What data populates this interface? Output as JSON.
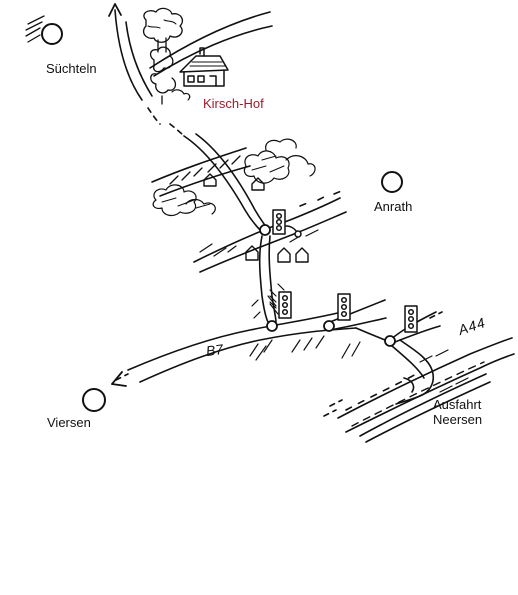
{
  "places": {
    "suechteln": "Süchteln",
    "kirsch_hof": "Kirsch-Hof",
    "anrath": "Anrath",
    "viersen": "Viersen",
    "exit_line1": "Ausfahrt",
    "exit_line2": "Neersen"
  },
  "roads": {
    "b7": "B7",
    "a44": "A44"
  },
  "colors": {
    "ink": "#111111",
    "kirsch_hof": "#9b1c2e"
  },
  "icons": [
    "village-circle-icon",
    "farmhouse-icon",
    "traffic-light-icon",
    "house-icon",
    "tree-icon",
    "arrow-icon"
  ]
}
